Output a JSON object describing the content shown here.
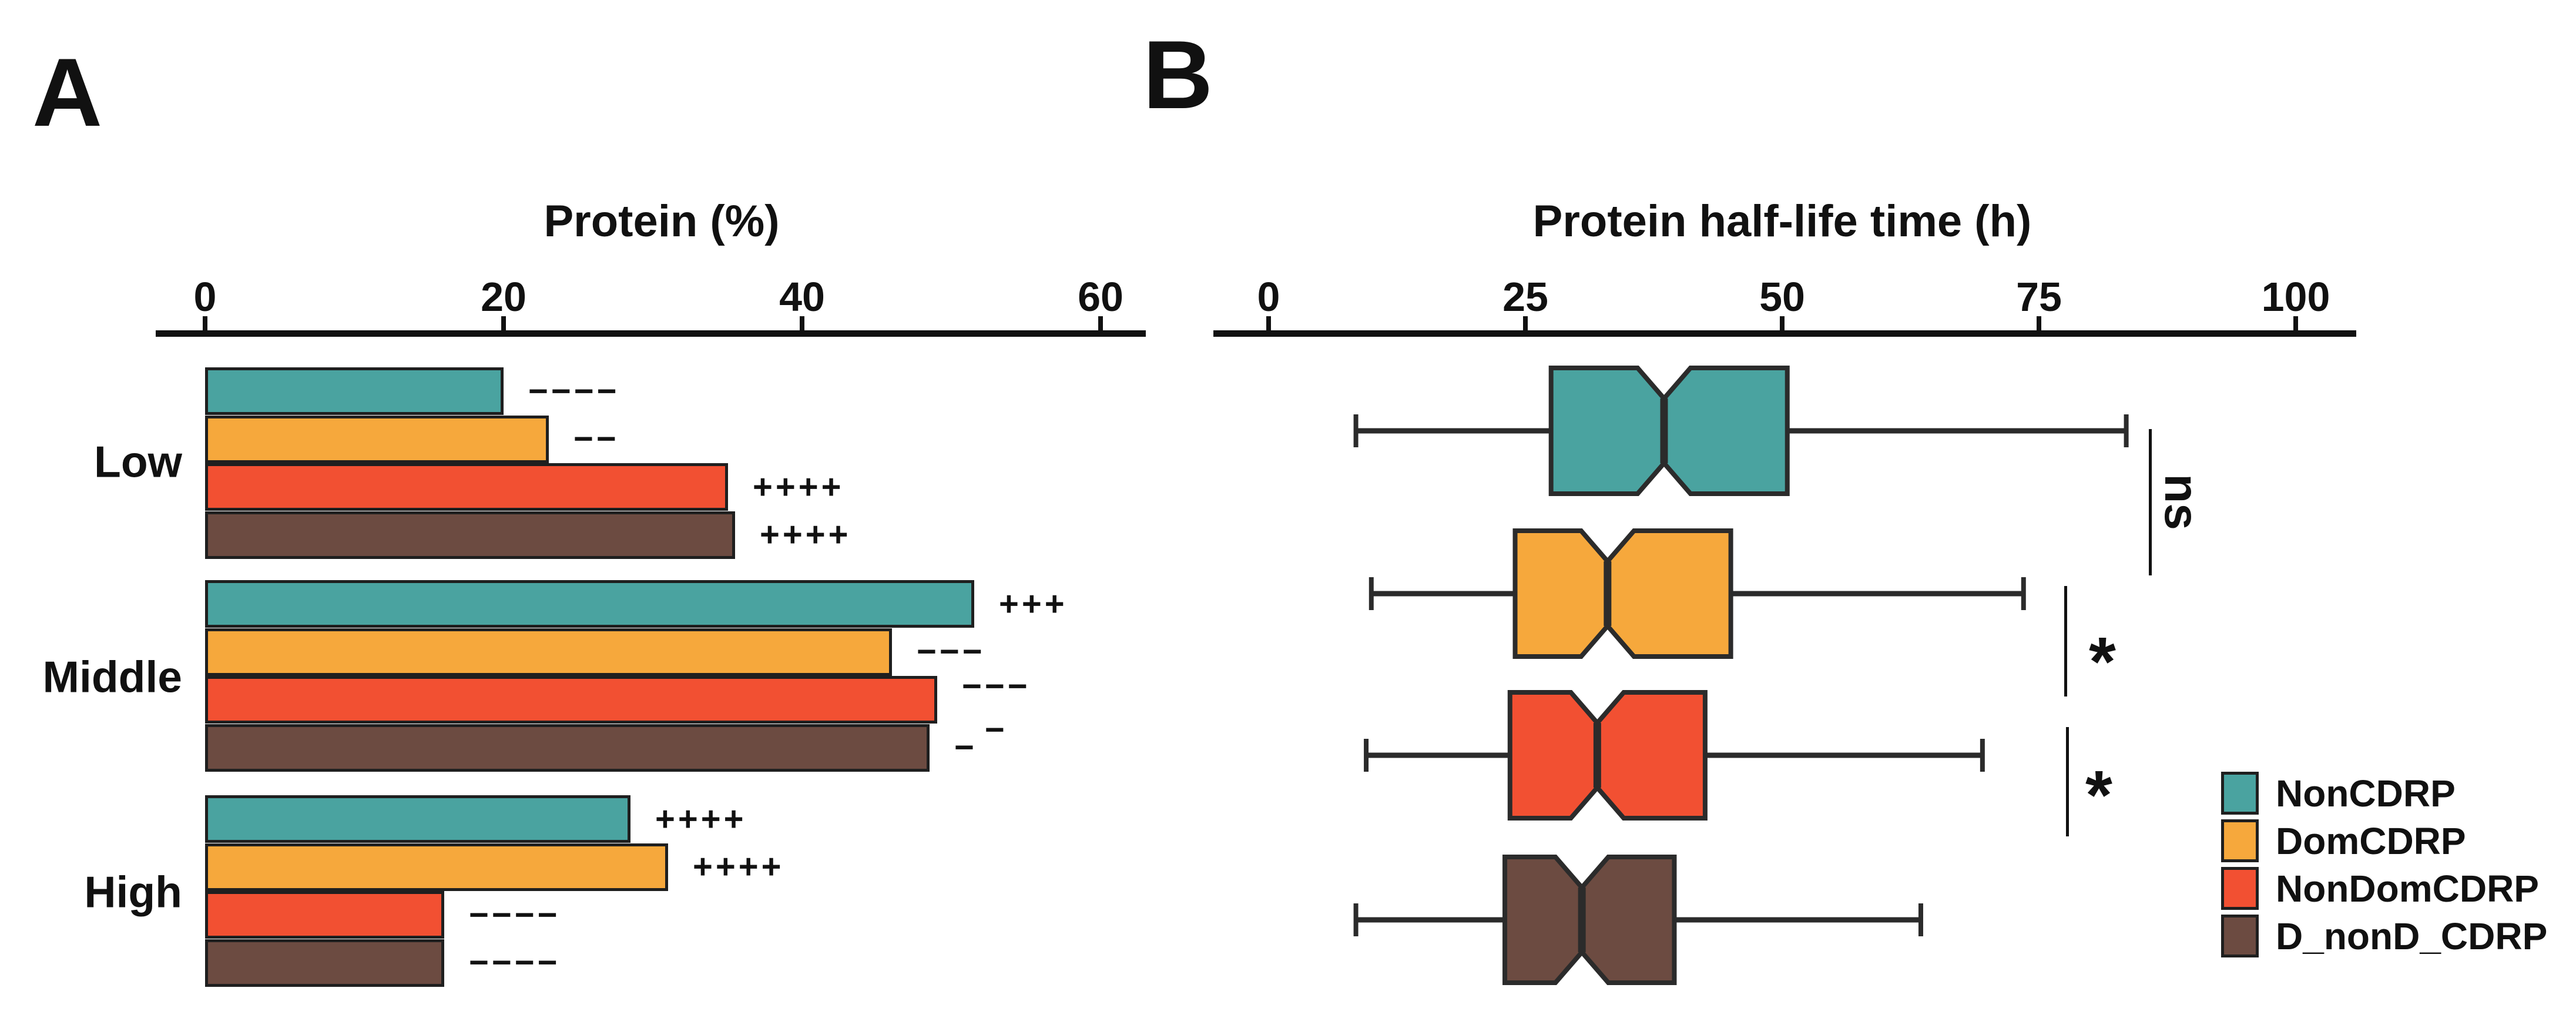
{
  "panels": {
    "a_label": "A",
    "b_label": "B"
  },
  "panelA": {
    "title": "Protein (%)",
    "tick_labels": [
      "0",
      "20",
      "40",
      "60"
    ],
    "group_labels": [
      "Low",
      "Middle",
      "High"
    ]
  },
  "panelB": {
    "title": "Protein half-life time (h)",
    "tick_labels": [
      "0",
      "25",
      "50",
      "75",
      "100"
    ],
    "sig_ns": "ns",
    "sig_star_1": "*",
    "sig_star_2": "*"
  },
  "legend": {
    "items": [
      {
        "label": "NonCDRP",
        "color": "#4AA3A0"
      },
      {
        "label": "DomCDRP",
        "color": "#F6A83C"
      },
      {
        "label": "NonDomCDRP",
        "color": "#F25032"
      },
      {
        "label": "D_nonD_CDRP",
        "color": "#6C4B41"
      }
    ]
  },
  "colors": {
    "teal": "#4AA3A0",
    "orange": "#F6A83C",
    "red": "#F25032",
    "brown": "#6C4B41",
    "axis": "#111111",
    "bar_border": "#1F1F1F",
    "box_border": "#2B2B2B"
  },
  "chart_data": [
    {
      "type": "bar",
      "orientation": "horizontal",
      "title": "Protein (%)",
      "xlabel": "Protein (%)",
      "xlim": [
        0,
        60
      ],
      "ticks": [
        0,
        20,
        40,
        60
      ],
      "grid": false,
      "categories": [
        "Low",
        "Middle",
        "High"
      ],
      "series": [
        {
          "name": "NonCDRP",
          "color": "#4AA3A0",
          "values": [
            20,
            51.5,
            28.5
          ],
          "annotations": [
            [
              "−−−−"
            ],
            [
              "+++"
            ],
            [
              "++++"
            ]
          ]
        },
        {
          "name": "DomCDRP",
          "color": "#F6A83C",
          "values": [
            23,
            46,
            31
          ],
          "annotations": [
            [
              "−−"
            ],
            [
              "−−−"
            ],
            [
              "++++"
            ]
          ]
        },
        {
          "name": "NonDomCDRP",
          "color": "#F25032",
          "values": [
            35,
            49,
            16
          ],
          "annotations": [
            [
              "++++"
            ],
            [
              "−−−",
              "−"
            ],
            [
              "−−−−"
            ]
          ]
        },
        {
          "name": "D_nonD_CDRP",
          "color": "#6C4B41",
          "values": [
            35.5,
            48.5,
            16
          ],
          "annotations": [
            [
              "++++"
            ],
            [
              "−"
            ],
            [
              "−−−−"
            ]
          ]
        }
      ]
    },
    {
      "type": "boxplot",
      "orientation": "horizontal",
      "notched": true,
      "title": "Protein half-life time (h)",
      "xlabel": "Protein half-life time (h)",
      "xlim": [
        0,
        100
      ],
      "ticks": [
        0,
        25,
        50,
        75,
        100
      ],
      "grid": false,
      "groups": [
        {
          "name": "NonCDRP",
          "color": "#4AA3A0",
          "whisker_low": 8.5,
          "q1": 27.5,
          "median": 38.5,
          "q3": 50.5,
          "whisker_high": 83.5
        },
        {
          "name": "DomCDRP",
          "color": "#F6A83C",
          "whisker_low": 10,
          "q1": 24,
          "median": 33,
          "q3": 45,
          "whisker_high": 73.5
        },
        {
          "name": "NonDomCDRP",
          "color": "#F25032",
          "whisker_low": 9.5,
          "q1": 23.5,
          "median": 32,
          "q3": 42.5,
          "whisker_high": 69.5
        },
        {
          "name": "D_nonD_CDRP",
          "color": "#6C4B41",
          "whisker_low": 8.5,
          "q1": 23,
          "median": 30.5,
          "q3": 39.5,
          "whisker_high": 63.5
        }
      ],
      "comparisons": [
        {
          "between": [
            "NonCDRP",
            "DomCDRP"
          ],
          "label": "ns"
        },
        {
          "between": [
            "DomCDRP",
            "NonDomCDRP"
          ],
          "label": "*"
        },
        {
          "between": [
            "NonDomCDRP",
            "D_nonD_CDRP"
          ],
          "label": "*"
        }
      ],
      "legend_position": "bottom-right"
    }
  ]
}
